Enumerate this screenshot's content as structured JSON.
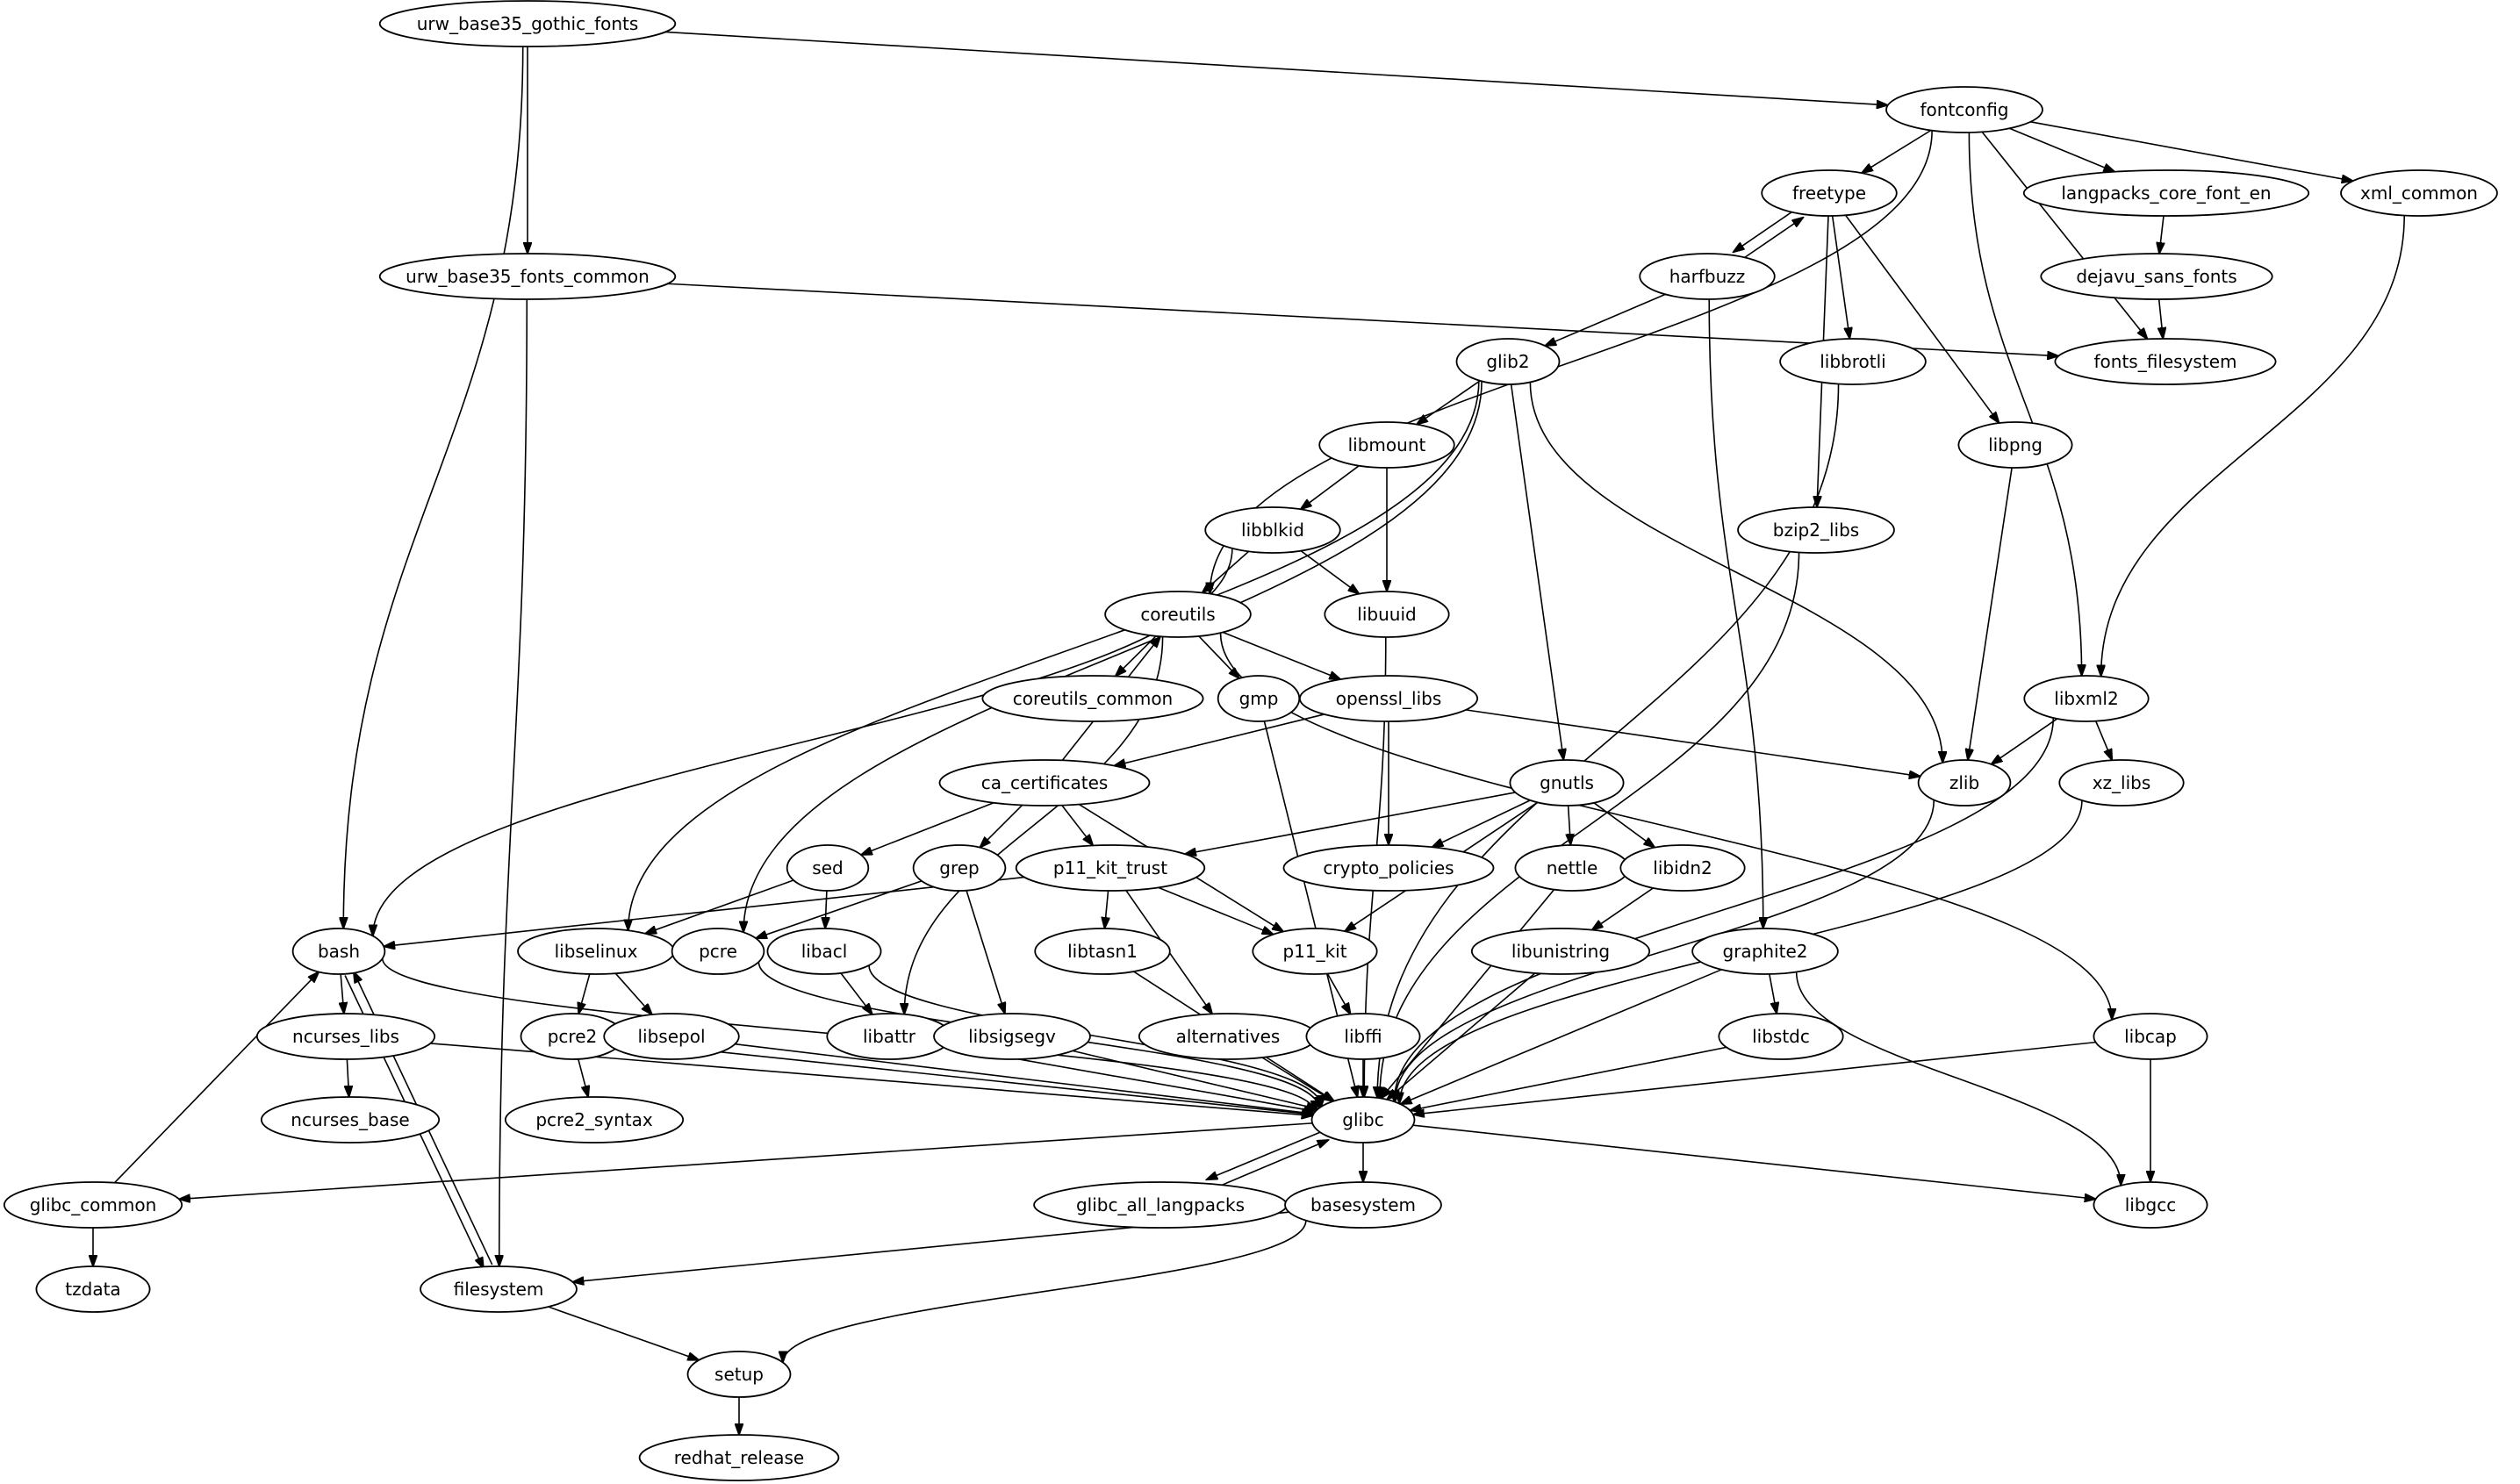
{
  "diagram": {
    "type": "dependency-graph",
    "direction": "top-to-bottom",
    "node_shape": "ellipse",
    "colors": {
      "background": "#ffffff",
      "stroke": "#000000",
      "text": "#000000"
    },
    "nodes": [
      {
        "id": "urw_base35_gothic_fonts",
        "label": "urw_base35_gothic_fonts"
      },
      {
        "id": "fontconfig",
        "label": "fontconfig"
      },
      {
        "id": "freetype",
        "label": "freetype"
      },
      {
        "id": "langpacks_core_font_en",
        "label": "langpacks_core_font_en"
      },
      {
        "id": "xml_common",
        "label": "xml_common"
      },
      {
        "id": "urw_base35_fonts_common",
        "label": "urw_base35_fonts_common"
      },
      {
        "id": "harfbuzz",
        "label": "harfbuzz"
      },
      {
        "id": "dejavu_sans_fonts",
        "label": "dejavu_sans_fonts"
      },
      {
        "id": "glib2",
        "label": "glib2"
      },
      {
        "id": "libbrotli",
        "label": "libbrotli"
      },
      {
        "id": "fonts_filesystem",
        "label": "fonts_filesystem"
      },
      {
        "id": "libmount",
        "label": "libmount"
      },
      {
        "id": "libpng",
        "label": "libpng"
      },
      {
        "id": "libblkid",
        "label": "libblkid"
      },
      {
        "id": "bzip2_libs",
        "label": "bzip2_libs"
      },
      {
        "id": "coreutils",
        "label": "coreutils"
      },
      {
        "id": "libuuid",
        "label": "libuuid"
      },
      {
        "id": "coreutils_common",
        "label": "coreutils_common"
      },
      {
        "id": "gmp",
        "label": "gmp"
      },
      {
        "id": "openssl_libs",
        "label": "openssl_libs"
      },
      {
        "id": "libxml2",
        "label": "libxml2"
      },
      {
        "id": "ca_certificates",
        "label": "ca_certificates"
      },
      {
        "id": "gnutls",
        "label": "gnutls"
      },
      {
        "id": "zlib",
        "label": "zlib"
      },
      {
        "id": "xz_libs",
        "label": "xz_libs"
      },
      {
        "id": "sed",
        "label": "sed"
      },
      {
        "id": "grep",
        "label": "grep"
      },
      {
        "id": "p11_kit_trust",
        "label": "p11_kit_trust"
      },
      {
        "id": "crypto_policies",
        "label": "crypto_policies"
      },
      {
        "id": "nettle",
        "label": "nettle"
      },
      {
        "id": "libidn2",
        "label": "libidn2"
      },
      {
        "id": "bash",
        "label": "bash"
      },
      {
        "id": "libselinux",
        "label": "libselinux"
      },
      {
        "id": "pcre",
        "label": "pcre"
      },
      {
        "id": "libacl",
        "label": "libacl"
      },
      {
        "id": "libtasn1",
        "label": "libtasn1"
      },
      {
        "id": "p11_kit",
        "label": "p11_kit"
      },
      {
        "id": "libunistring",
        "label": "libunistring"
      },
      {
        "id": "graphite2",
        "label": "graphite2"
      },
      {
        "id": "ncurses_libs",
        "label": "ncurses_libs"
      },
      {
        "id": "pcre2",
        "label": "pcre2"
      },
      {
        "id": "libsepol",
        "label": "libsepol"
      },
      {
        "id": "libattr",
        "label": "libattr"
      },
      {
        "id": "libsigsegv",
        "label": "libsigsegv"
      },
      {
        "id": "alternatives",
        "label": "alternatives"
      },
      {
        "id": "libffi",
        "label": "libffi"
      },
      {
        "id": "libstdc",
        "label": "libstdc"
      },
      {
        "id": "libcap",
        "label": "libcap"
      },
      {
        "id": "ncurses_base",
        "label": "ncurses_base"
      },
      {
        "id": "pcre2_syntax",
        "label": "pcre2_syntax"
      },
      {
        "id": "glibc",
        "label": "glibc"
      },
      {
        "id": "glibc_common",
        "label": "glibc_common"
      },
      {
        "id": "glibc_all_langpacks",
        "label": "glibc_all_langpacks"
      },
      {
        "id": "basesystem",
        "label": "basesystem"
      },
      {
        "id": "libgcc",
        "label": "libgcc"
      },
      {
        "id": "tzdata",
        "label": "tzdata"
      },
      {
        "id": "filesystem",
        "label": "filesystem"
      },
      {
        "id": "setup",
        "label": "setup"
      },
      {
        "id": "redhat_release",
        "label": "redhat_release"
      }
    ],
    "edges": [
      [
        "urw_base35_gothic_fonts",
        "fontconfig"
      ],
      [
        "urw_base35_gothic_fonts",
        "urw_base35_fonts_common"
      ],
      [
        "urw_base35_gothic_fonts",
        "bash"
      ],
      [
        "fontconfig",
        "freetype"
      ],
      [
        "fontconfig",
        "langpacks_core_font_en"
      ],
      [
        "fontconfig",
        "xml_common"
      ],
      [
        "fontconfig",
        "fonts_filesystem"
      ],
      [
        "fontconfig",
        "libxml2"
      ],
      [
        "fontconfig",
        "coreutils"
      ],
      [
        "freetype",
        "harfbuzz"
      ],
      [
        "harfbuzz",
        "freetype"
      ],
      [
        "freetype",
        "libbrotli"
      ],
      [
        "freetype",
        "bzip2_libs"
      ],
      [
        "freetype",
        "libpng"
      ],
      [
        "langpacks_core_font_en",
        "dejavu_sans_fonts"
      ],
      [
        "dejavu_sans_fonts",
        "fonts_filesystem"
      ],
      [
        "xml_common",
        "libxml2"
      ],
      [
        "urw_base35_fonts_common",
        "fonts_filesystem"
      ],
      [
        "urw_base35_fonts_common",
        "filesystem"
      ],
      [
        "harfbuzz",
        "glib2"
      ],
      [
        "harfbuzz",
        "graphite2"
      ],
      [
        "glib2",
        "libmount"
      ],
      [
        "glib2",
        "libselinux"
      ],
      [
        "glib2",
        "pcre"
      ],
      [
        "glib2",
        "gnutls"
      ],
      [
        "glib2",
        "zlib"
      ],
      [
        "libmount",
        "libblkid"
      ],
      [
        "libmount",
        "libuuid"
      ],
      [
        "libblkid",
        "coreutils"
      ],
      [
        "libblkid",
        "libuuid"
      ],
      [
        "libblkid",
        "bash"
      ],
      [
        "libbrotli",
        "glibc"
      ],
      [
        "libpng",
        "zlib"
      ],
      [
        "bzip2_libs",
        "glibc"
      ],
      [
        "coreutils",
        "coreutils_common"
      ],
      [
        "coreutils",
        "gmp"
      ],
      [
        "coreutils",
        "openssl_libs"
      ],
      [
        "coreutils",
        "libcap"
      ],
      [
        "coreutils",
        "libattr"
      ],
      [
        "ca_certificates",
        "coreutils"
      ],
      [
        "libuuid",
        "glibc"
      ],
      [
        "openssl_libs",
        "ca_certificates"
      ],
      [
        "openssl_libs",
        "crypto_policies"
      ],
      [
        "openssl_libs",
        "zlib"
      ],
      [
        "gmp",
        "glibc"
      ],
      [
        "libxml2",
        "zlib"
      ],
      [
        "libxml2",
        "xz_libs"
      ],
      [
        "libxml2",
        "glibc"
      ],
      [
        "ca_certificates",
        "sed"
      ],
      [
        "ca_certificates",
        "grep"
      ],
      [
        "ca_certificates",
        "p11_kit_trust"
      ],
      [
        "ca_certificates",
        "p11_kit"
      ],
      [
        "gnutls",
        "p11_kit_trust"
      ],
      [
        "gnutls",
        "crypto_policies"
      ],
      [
        "gnutls",
        "nettle"
      ],
      [
        "gnutls",
        "libidn2"
      ],
      [
        "gnutls",
        "p11_kit"
      ],
      [
        "zlib",
        "glibc"
      ],
      [
        "xz_libs",
        "glibc"
      ],
      [
        "sed",
        "libselinux"
      ],
      [
        "sed",
        "libacl"
      ],
      [
        "grep",
        "pcre"
      ],
      [
        "grep",
        "libsigsegv"
      ],
      [
        "p11_kit_trust",
        "bash"
      ],
      [
        "p11_kit_trust",
        "libtasn1"
      ],
      [
        "p11_kit_trust",
        "p11_kit"
      ],
      [
        "p11_kit_trust",
        "alternatives"
      ],
      [
        "nettle",
        "glibc"
      ],
      [
        "libidn2",
        "libunistring"
      ],
      [
        "bash",
        "ncurses_libs"
      ],
      [
        "bash",
        "glibc"
      ],
      [
        "bash",
        "filesystem"
      ],
      [
        "filesystem",
        "bash"
      ],
      [
        "glibc_common",
        "bash"
      ],
      [
        "libselinux",
        "pcre2"
      ],
      [
        "libselinux",
        "libsepol"
      ],
      [
        "pcre",
        "glibc"
      ],
      [
        "libacl",
        "libattr"
      ],
      [
        "libacl",
        "glibc"
      ],
      [
        "libtasn1",
        "glibc"
      ],
      [
        "p11_kit",
        "libffi"
      ],
      [
        "libunistring",
        "glibc"
      ],
      [
        "graphite2",
        "libstdc"
      ],
      [
        "graphite2",
        "glibc"
      ],
      [
        "graphite2",
        "libgcc"
      ],
      [
        "ncurses_libs",
        "ncurses_base"
      ],
      [
        "ncurses_libs",
        "glibc"
      ],
      [
        "pcre2",
        "pcre2_syntax"
      ],
      [
        "pcre2",
        "glibc"
      ],
      [
        "libsepol",
        "glibc"
      ],
      [
        "libattr",
        "glibc"
      ],
      [
        "libsigsegv",
        "glibc"
      ],
      [
        "alternatives",
        "glibc"
      ],
      [
        "libffi",
        "glibc"
      ],
      [
        "libstdc",
        "glibc"
      ],
      [
        "libcap",
        "glibc"
      ],
      [
        "libcap",
        "libgcc"
      ],
      [
        "glibc",
        "glibc_common"
      ],
      [
        "glibc",
        "glibc_all_langpacks"
      ],
      [
        "glibc_all_langpacks",
        "glibc"
      ],
      [
        "glibc",
        "basesystem"
      ],
      [
        "glibc",
        "libgcc"
      ],
      [
        "glibc_common",
        "tzdata"
      ],
      [
        "basesystem",
        "filesystem"
      ],
      [
        "basesystem",
        "setup"
      ],
      [
        "filesystem",
        "setup"
      ],
      [
        "setup",
        "redhat_release"
      ]
    ]
  }
}
